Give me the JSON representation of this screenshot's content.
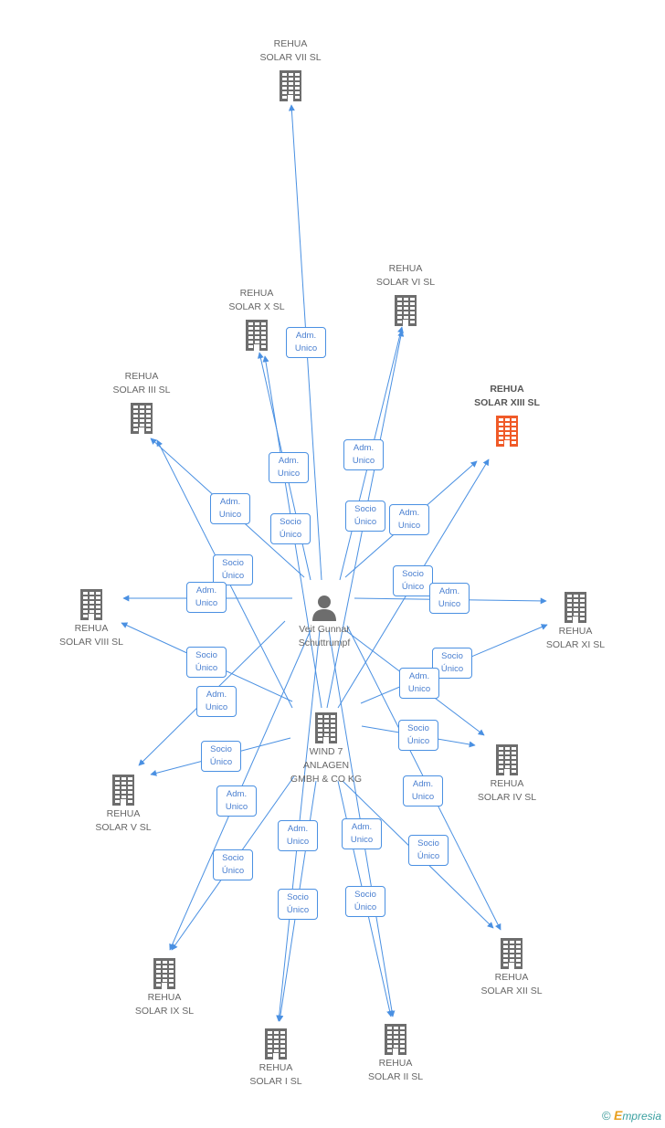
{
  "nodes": [
    {
      "id": "veit",
      "kind": "person",
      "lines": [
        "Veit Gunnar",
        "Schuttrumpf"
      ],
      "highlight": false
    },
    {
      "id": "wind7",
      "kind": "company",
      "lines": [
        "WIND 7",
        "ANLAGEN",
        "GMBH & CO KG"
      ],
      "highlight": false
    },
    {
      "id": "vii",
      "kind": "company",
      "lines": [
        "REHUA",
        "SOLAR VII SL"
      ],
      "highlight": false
    },
    {
      "id": "x",
      "kind": "company",
      "lines": [
        "REHUA",
        "SOLAR X SL"
      ],
      "highlight": false
    },
    {
      "id": "vi",
      "kind": "company",
      "lines": [
        "REHUA",
        "SOLAR VI SL"
      ],
      "highlight": false
    },
    {
      "id": "xiii",
      "kind": "company",
      "lines": [
        "REHUA",
        "SOLAR XIII SL"
      ],
      "highlight": true
    },
    {
      "id": "iii",
      "kind": "company",
      "lines": [
        "REHUA",
        "SOLAR III SL"
      ],
      "highlight": false
    },
    {
      "id": "viii",
      "kind": "company",
      "lines": [
        "REHUA",
        "SOLAR VIII SL"
      ],
      "highlight": false
    },
    {
      "id": "xi",
      "kind": "company",
      "lines": [
        "REHUA",
        "SOLAR XI SL"
      ],
      "highlight": false
    },
    {
      "id": "iv",
      "kind": "company",
      "lines": [
        "REHUA",
        "SOLAR IV SL"
      ],
      "highlight": false
    },
    {
      "id": "v",
      "kind": "company",
      "lines": [
        "REHUA",
        "SOLAR V SL"
      ],
      "highlight": false
    },
    {
      "id": "xii",
      "kind": "company",
      "lines": [
        "REHUA",
        "SOLAR XII SL"
      ],
      "highlight": false
    },
    {
      "id": "ix",
      "kind": "company",
      "lines": [
        "REHUA",
        "SOLAR IX SL"
      ],
      "highlight": false
    },
    {
      "id": "i",
      "kind": "company",
      "lines": [
        "REHUA",
        "SOLAR I SL"
      ],
      "highlight": false
    },
    {
      "id": "ii",
      "kind": "company",
      "lines": [
        "REHUA",
        "SOLAR II SL"
      ],
      "highlight": false
    }
  ],
  "edges": [
    {
      "from": "veit",
      "to": "vii",
      "label": [
        "Adm.",
        "Unico"
      ]
    },
    {
      "from": "veit",
      "to": "x",
      "label": [
        "Adm.",
        "Unico"
      ]
    },
    {
      "from": "wind7",
      "to": "x",
      "label": [
        "Socio",
        "Único"
      ]
    },
    {
      "from": "veit",
      "to": "vi",
      "label": [
        "Adm.",
        "Unico"
      ]
    },
    {
      "from": "wind7",
      "to": "vi",
      "label": [
        "Socio",
        "Único"
      ]
    },
    {
      "from": "veit",
      "to": "xiii",
      "label": [
        "Adm.",
        "Unico"
      ]
    },
    {
      "from": "wind7",
      "to": "xiii",
      "label": [
        "Socio",
        "Único"
      ]
    },
    {
      "from": "veit",
      "to": "iii",
      "label": [
        "Adm.",
        "Unico"
      ]
    },
    {
      "from": "wind7",
      "to": "iii",
      "label": [
        "Socio",
        "Único"
      ]
    },
    {
      "from": "veit",
      "to": "viii",
      "label": [
        "Adm.",
        "Unico"
      ]
    },
    {
      "from": "wind7",
      "to": "viii",
      "label": [
        "Socio",
        "Único"
      ]
    },
    {
      "from": "veit",
      "to": "xi",
      "label": [
        "Adm.",
        "Unico"
      ]
    },
    {
      "from": "wind7",
      "to": "xi",
      "label": [
        "Socio",
        "Único"
      ]
    },
    {
      "from": "veit",
      "to": "iv",
      "label": [
        "Adm.",
        "Unico"
      ]
    },
    {
      "from": "wind7",
      "to": "iv",
      "label": [
        "Socio",
        "Único"
      ]
    },
    {
      "from": "veit",
      "to": "v",
      "label": [
        "Adm.",
        "Unico"
      ]
    },
    {
      "from": "wind7",
      "to": "v",
      "label": [
        "Socio",
        "Único"
      ]
    },
    {
      "from": "veit",
      "to": "xii",
      "label": [
        "Adm.",
        "Unico"
      ]
    },
    {
      "from": "wind7",
      "to": "xii",
      "label": [
        "Socio",
        "Único"
      ]
    },
    {
      "from": "veit",
      "to": "ix",
      "label": [
        "Adm.",
        "Unico"
      ]
    },
    {
      "from": "wind7",
      "to": "ix",
      "label": [
        "Socio",
        "Único"
      ]
    },
    {
      "from": "veit",
      "to": "i",
      "label": [
        "Adm.",
        "Unico"
      ]
    },
    {
      "from": "wind7",
      "to": "i",
      "label": [
        "Socio",
        "Único"
      ]
    },
    {
      "from": "veit",
      "to": "ii",
      "label": [
        "Adm.",
        "Unico"
      ]
    },
    {
      "from": "wind7",
      "to": "ii",
      "label": [
        "Socio",
        "Único"
      ]
    }
  ],
  "colors": {
    "edge": "#4a90e2",
    "company": "#6d6d6d",
    "highlight": "#f05a28",
    "person": "#6d6d6d"
  },
  "footer": {
    "copyright": "©",
    "brand_initial": "E",
    "brand_rest": "mpresia"
  }
}
